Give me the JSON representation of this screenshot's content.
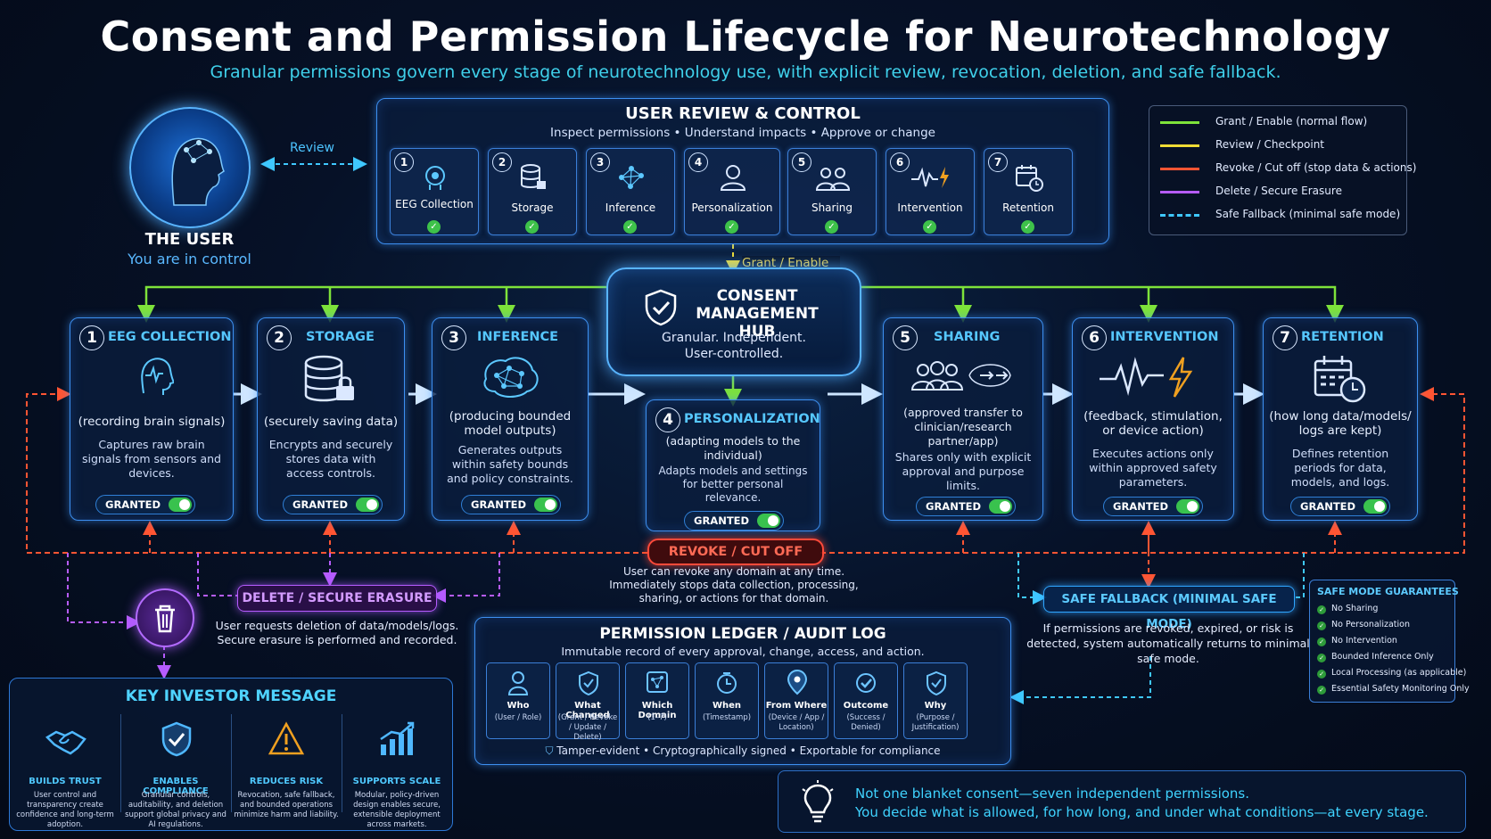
{
  "title": "Consent and Permission Lifecycle for Neurotechnology",
  "subtitle": "Granular permissions govern every stage of neurotechnology use, with explicit review, revocation, deletion, and safe fallback.",
  "user": {
    "name": "THE USER",
    "subtitle": "You are in control",
    "review_label": "Review"
  },
  "review_panel": {
    "title": "USER REVIEW & CONTROL",
    "subtitle": "Inspect permissions • Understand impacts • Approve or change",
    "items": [
      {
        "num": "1",
        "label": "EEG Collection"
      },
      {
        "num": "2",
        "label": "Storage"
      },
      {
        "num": "3",
        "label": "Inference"
      },
      {
        "num": "4",
        "label": "Personalization"
      },
      {
        "num": "5",
        "label": "Sharing"
      },
      {
        "num": "6",
        "label": "Intervention"
      },
      {
        "num": "7",
        "label": "Retention"
      }
    ]
  },
  "legend": {
    "items": [
      {
        "label": "Grant / Enable (normal flow)",
        "color": "#7ee33a"
      },
      {
        "label": "Review / Checkpoint",
        "color": "#f0dc35"
      },
      {
        "label": "Revoke / Cut off (stop data & actions)",
        "color": "#ff5533"
      },
      {
        "label": "Delete / Secure Erasure",
        "color": "#b65cff"
      },
      {
        "label": "Safe Fallback (minimal safe mode)",
        "color": "#3fc8ff"
      }
    ]
  },
  "hub": {
    "title_line1": "CONSENT",
    "title_line2": "MANAGEMENT HUB",
    "subtitle_line1": "Granular. Independent.",
    "subtitle_line2": "User-controlled.",
    "grant_label": "Grant / Enable"
  },
  "stages": [
    {
      "num": "1",
      "title": "EEG COLLECTION",
      "paren": "(recording brain signals)",
      "desc": "Captures raw brain signals from sensors and devices.",
      "status": "GRANTED"
    },
    {
      "num": "2",
      "title": "STORAGE",
      "paren": "(securely saving data)",
      "desc": "Encrypts and securely stores data with access controls.",
      "status": "GRANTED"
    },
    {
      "num": "3",
      "title": "INFERENCE",
      "paren": "(producing bounded model outputs)",
      "desc": "Generates outputs within safety bounds and policy constraints.",
      "status": "GRANTED"
    },
    {
      "num": "4",
      "title": "PERSONALIZATION",
      "paren": "(adapting models to the individual)",
      "desc": "Adapts models and settings for better personal relevance.",
      "status": "GRANTED"
    },
    {
      "num": "5",
      "title": "SHARING",
      "paren": "(approved transfer to clinician/research partner/app)",
      "desc": "Shares only with explicit approval and purpose limits.",
      "status": "GRANTED"
    },
    {
      "num": "6",
      "title": "INTERVENTION",
      "paren": "(feedback, stimulation, or device action)",
      "desc": "Executes actions only within approved safety parameters.",
      "status": "GRANTED"
    },
    {
      "num": "7",
      "title": "RETENTION",
      "paren": "(how long data/models/ logs are kept)",
      "desc": "Defines retention periods for data, models, and logs.",
      "status": "GRANTED"
    }
  ],
  "revoke": {
    "label": "REVOKE / CUT OFF",
    "desc": "User can revoke any domain at any time. Immediately stops data collection, processing, sharing, or actions for that domain."
  },
  "delete": {
    "label": "DELETE / SECURE ERASURE",
    "desc": "User requests deletion of data/models/logs. Secure erasure is performed and recorded."
  },
  "investor": {
    "title": "KEY INVESTOR MESSAGE",
    "items": [
      {
        "title": "BUILDS TRUST",
        "desc": "User control and transparency create confidence and long-term adoption."
      },
      {
        "title": "ENABLES COMPLIANCE",
        "desc": "Granular controls, auditability, and deletion support global privacy and AI regulations."
      },
      {
        "title": "REDUCES RISK",
        "desc": "Revocation, safe fallback, and bounded operations minimize harm and liability."
      },
      {
        "title": "SUPPORTS SCALE",
        "desc": "Modular, policy-driven design enables secure, extensible deployment across markets."
      }
    ]
  },
  "ledger": {
    "title": "PERMISSION LEDGER / AUDIT LOG",
    "subtitle": "Immutable record of every approval, change, access, and action.",
    "fields": [
      {
        "title": "Who",
        "desc": "(User / Role)"
      },
      {
        "title": "What Changed",
        "desc": "(Grant / Revoke / Update / Delete)"
      },
      {
        "title": "Which Domain",
        "desc": "(1–7)"
      },
      {
        "title": "When",
        "desc": "(Timestamp)"
      },
      {
        "title": "From Where",
        "desc": "(Device / App / Location)"
      },
      {
        "title": "Outcome",
        "desc": "(Success / Denied)"
      },
      {
        "title": "Why",
        "desc": "(Purpose / Justification)"
      }
    ],
    "footer": "Tamper-evident • Cryptographically signed • Exportable for compliance"
  },
  "fallback": {
    "label": "SAFE FALLBACK (MINIMAL SAFE MODE)",
    "desc": "If permissions are revoked, expired, or risk is detected, system automatically returns to minimal safe mode."
  },
  "safe_mode": {
    "title": "SAFE MODE GUARANTEES",
    "items": [
      "No Sharing",
      "No Personalization",
      "No Intervention",
      "Bounded Inference Only",
      "Local Processing (as applicable)",
      "Essential Safety Monitoring Only"
    ]
  },
  "message": {
    "line1": "Not one blanket consent—seven independent permissions.",
    "line2": "You decide what is allowed, for how long, and under what conditions—at every stage."
  }
}
